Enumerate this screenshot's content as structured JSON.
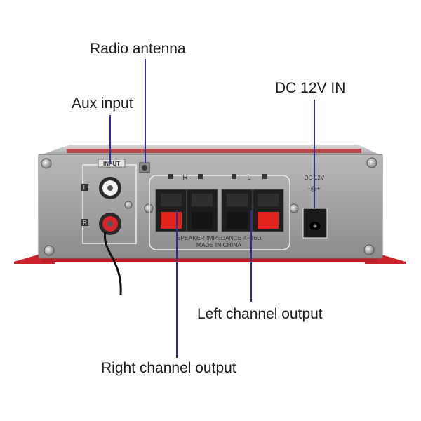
{
  "callouts": {
    "radio_antenna": "Radio antenna",
    "aux_input": "Aux input",
    "dc_in": "DC 12V IN",
    "left_output": "Left channel output",
    "right_output": "Right channel output"
  },
  "panel": {
    "input_label": "INPUT",
    "channel_r": "R",
    "channel_l": "L",
    "speaker_line1": "SPEAKER IMPEDANCE 4~16Ω",
    "speaker_line2": "MADE IN CHINA",
    "dc_label": "DC-12V",
    "polarity": "-◎+",
    "jack_marks": [
      "L",
      "R"
    ]
  },
  "colors": {
    "callout_line": "#2b2f8f",
    "chassis": "#9a9a98",
    "red_terminal": "#e0231c",
    "red_base": "#c8232a"
  }
}
